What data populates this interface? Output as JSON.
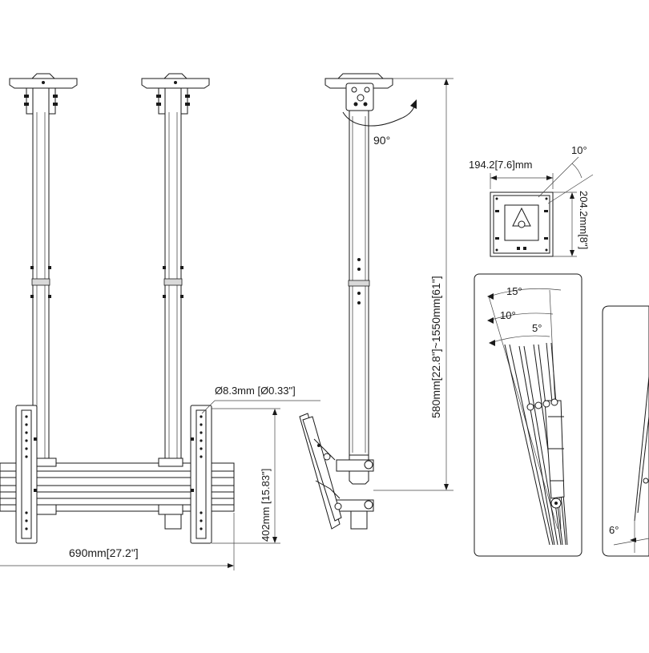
{
  "dimensions": {
    "rotation_angle": "90°",
    "plate_width": "194.2[7.6]mm",
    "plate_height": "204.2mm[8\"]",
    "plate_tilt": "10°",
    "pole_length": "580mm[22.8\"]~1550mm[61\"]",
    "hole_diameter": "Ø8.3mm [Ø0.33\"]",
    "rail_height": "402mm [15.83\"]",
    "total_width": "690mm[27.2\"]"
  },
  "tilt_detail": {
    "angle_15": "15°",
    "angle_10": "10°",
    "angle_5": "5°"
  },
  "side_detail": {
    "angle_6": "6°"
  }
}
